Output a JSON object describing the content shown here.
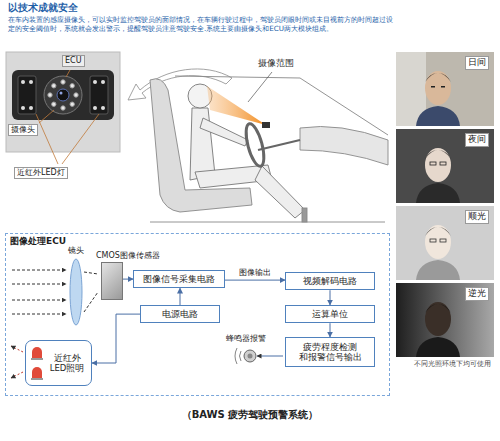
{
  "diagram": {
    "title": "以技术成就安全",
    "caption": "（BAWS 疲劳驾驶预警系统）",
    "nodes": [
      {
        "text": [
          "图像处理ECU"
        ]
      },
      {
        "text": [
          "CMOS图像传感器"
        ],
        "in": 0
      },
      {
        "text": [
          "图像信号采集电路"
        ],
        "in": 0
      },
      {
        "text": [
          "视频解码电路"
        ],
        "in": 0
      },
      {
        "text": [
          "电源电路"
        ],
        "in": 0
      },
      {
        "text": [
          "运算单位"
        ],
        "in": 0
      },
      {
        "text": [
          "疲劳程度检测 和报警信号输出"
        ],
        "in": 0
      },
      {
        "text": [
          "近红外 LED照明"
        ],
        "in": 0
      }
    ],
    "edges": [
      {
        "from": 1,
        "to": 2,
        "arrow": "to"
      },
      {
        "from": 2,
        "to": 3,
        "label": "图像输出",
        "arrow": "to"
      },
      {
        "from": 3,
        "to": 5,
        "arrow": "to"
      },
      {
        "from": 5,
        "to": 6,
        "arrow": "to"
      },
      {
        "from": 4,
        "to": 2,
        "arrow": "to"
      },
      {
        "from": 4,
        "to": 7,
        "arrow": "to"
      }
    ],
    "labels": [
      "在车内装置的感应摄像头，可以实时监控驾驶员的面部情况，在车辆行驶过程中，驾驶员闭眼时间或未目视前方的时间超过设定的安全阈值时，系统就会发出警示，提醒驾驶员注意驾驶安全.系统主要由摄像头和ECU两大模块组成。",
      "ECU",
      "摄像头",
      "近红外LED灯",
      "摄像范围",
      "日间",
      "夜间",
      "顺光",
      "逆光",
      "不同光照环境下均可使用",
      "镜头",
      "蜂鸣器报警"
    ]
  }
}
